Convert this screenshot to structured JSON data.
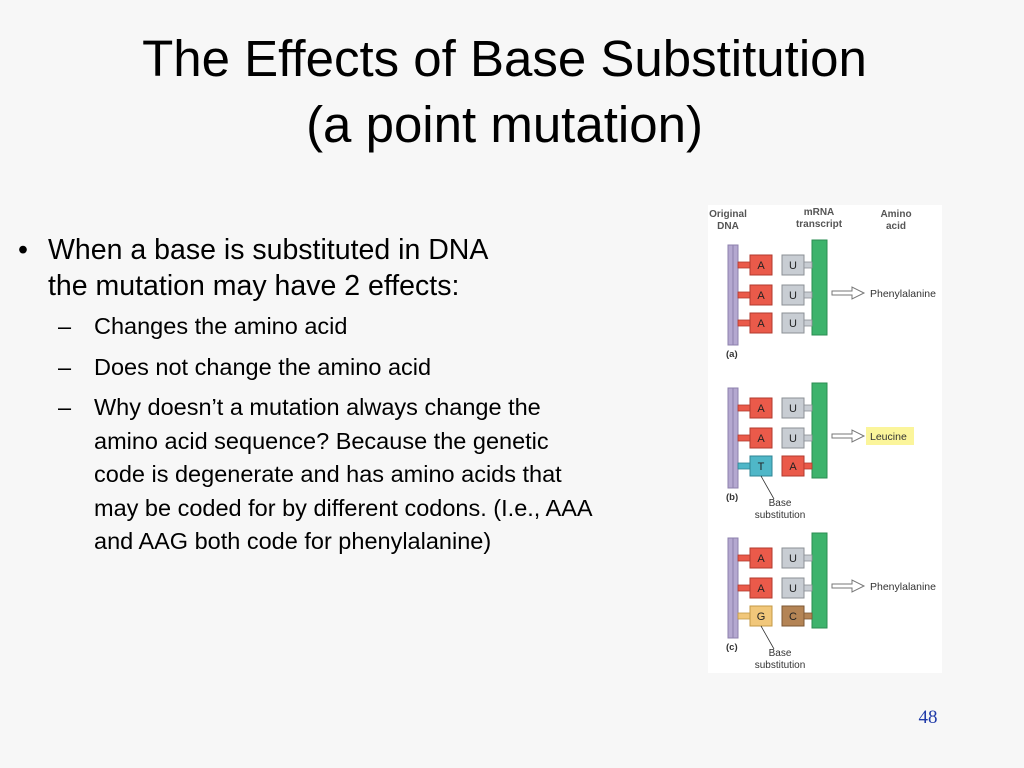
{
  "slide": {
    "title_line1": "The Effects of Base Substitution",
    "title_line2": "(a point mutation)",
    "bullet": {
      "marker": "•",
      "text_line1": "When a base is substituted in DNA",
      "text_line2": "the mutation may have 2 effects:"
    },
    "sub_marker": "–",
    "subs": [
      "Changes the amino acid",
      "Does not change the amino acid",
      "Why doesn’t a mutation always change the amino acid sequence?  Because the genetic code is degenerate and has amino acids that may be coded for by different codons. (I.e., AAA and AAG both code for phenylalanine)"
    ],
    "page_number": "48"
  },
  "figure": {
    "headers": {
      "original_dna_1": "Original",
      "original_dna_2": "DNA",
      "mrna_1": "mRNA",
      "mrna_2": "transcript",
      "amino_1": "Amino",
      "amino_2": "acid"
    },
    "panels": [
      {
        "label": "(a)",
        "dna_bases": [
          "A",
          "A",
          "A"
        ],
        "mrna_bases": [
          "U",
          "U",
          "U"
        ],
        "amino_acid": "Phenylalanine",
        "highlight": false,
        "substitution_note_1": "",
        "substitution_note_2": ""
      },
      {
        "label": "(b)",
        "dna_bases": [
          "A",
          "A",
          "T"
        ],
        "mrna_bases": [
          "U",
          "U",
          "A"
        ],
        "amino_acid": "Leucine",
        "highlight": true,
        "substitution_note_1": "Base",
        "substitution_note_2": "substitution"
      },
      {
        "label": "(c)",
        "dna_bases": [
          "A",
          "A",
          "G"
        ],
        "mrna_bases": [
          "U",
          "U",
          "C"
        ],
        "amino_acid": "Phenylalanine",
        "highlight": false,
        "substitution_note_1": "Base",
        "substitution_note_2": "substitution"
      }
    ],
    "colors": {
      "dna_backbone": "#b4a8d0",
      "base_A": "#ea5a4a",
      "base_U": "#c8cdd3",
      "base_T": "#4fb7c8",
      "base_G": "#f1c77a",
      "base_C": "#b48455",
      "mrna_backbone": "#3db36c",
      "leucine_highlight": "#fbf59b"
    }
  }
}
